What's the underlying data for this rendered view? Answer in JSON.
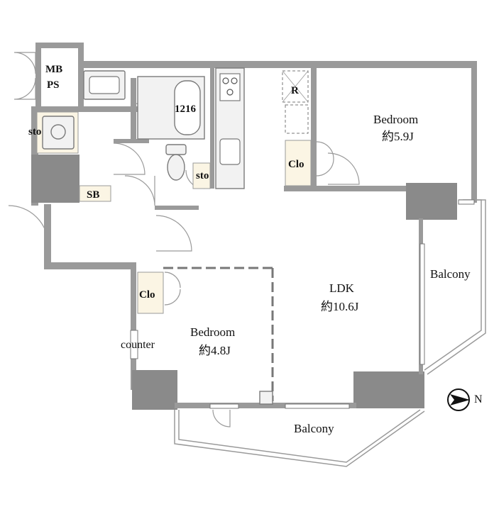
{
  "rooms": {
    "mb_ps": {
      "line1": "MB",
      "line2": "PS"
    },
    "bath_size": "1216",
    "storage_left": "sto",
    "storage_toilet": "sto",
    "shoe_box": "SB",
    "closet_upper": "Clo",
    "closet_lower": "Clo",
    "refrigerator": "R",
    "bedroom_upper": {
      "name": "Bedroom",
      "area": "約5.9J"
    },
    "bedroom_lower": {
      "name": "Bedroom",
      "area": "約4.8J"
    },
    "ldk": {
      "name": "LDK",
      "area": "約10.6J"
    },
    "counter": "counter",
    "balcony_right": "Balcony",
    "balcony_bottom": "Balcony"
  },
  "compass": {
    "direction": "N"
  },
  "colors": {
    "wall": "#9a9a9a",
    "closet": "#fbf5e4",
    "fixture": "#f2f2f2"
  }
}
